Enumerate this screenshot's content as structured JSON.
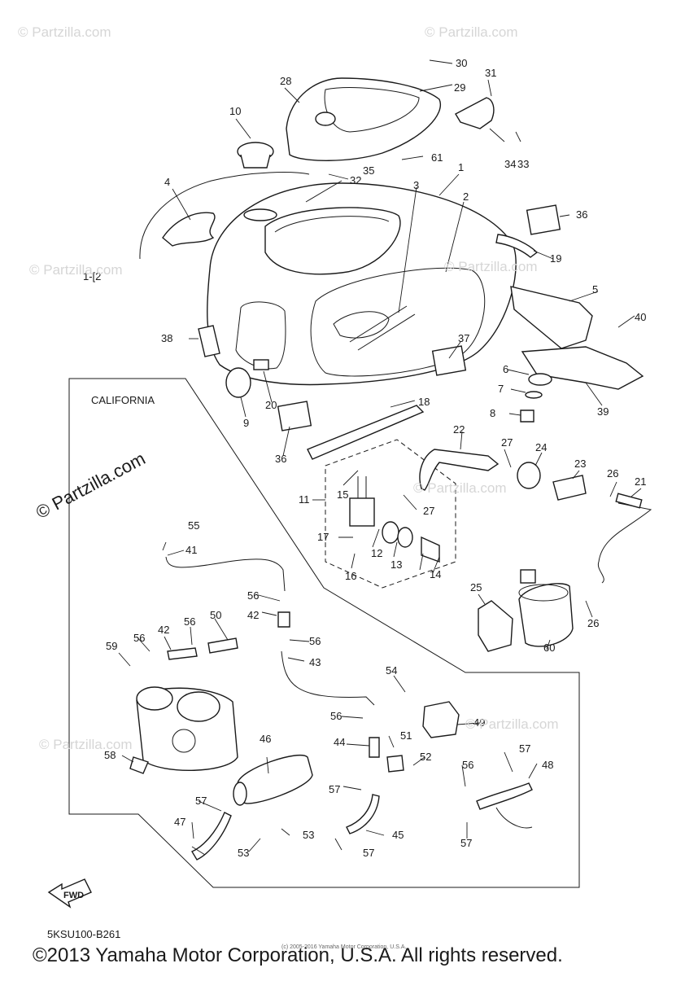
{
  "diagram": {
    "region_label": "CALIFORNIA",
    "diagram_code": "5KSU100-B261",
    "fwd_label": "FWD",
    "copyright": "©2013 Yamaha Motor Corporation, U.S.A. All rights reserved.",
    "fine_print": "(c) 2005-2016 Yamaha Motor Corporation, U.S.A.",
    "watermark": "© Partzilla.com",
    "callouts": [
      "1",
      "2",
      "3",
      "4",
      "5",
      "6",
      "7",
      "8",
      "9",
      "10",
      "11",
      "12",
      "13",
      "14",
      "15",
      "16",
      "17",
      "18",
      "19",
      "20",
      "21",
      "22",
      "23",
      "24",
      "25",
      "26",
      "27",
      "28",
      "29",
      "30",
      "31",
      "32",
      "33",
      "34",
      "35",
      "36",
      "37",
      "38",
      "39",
      "40",
      "41",
      "42",
      "43",
      "44",
      "45",
      "46",
      "47",
      "48",
      "49",
      "50",
      "51",
      "52",
      "53",
      "54",
      "55",
      "56",
      "57",
      "58",
      "59",
      "60",
      "61"
    ],
    "group_label": "1-[2"
  }
}
